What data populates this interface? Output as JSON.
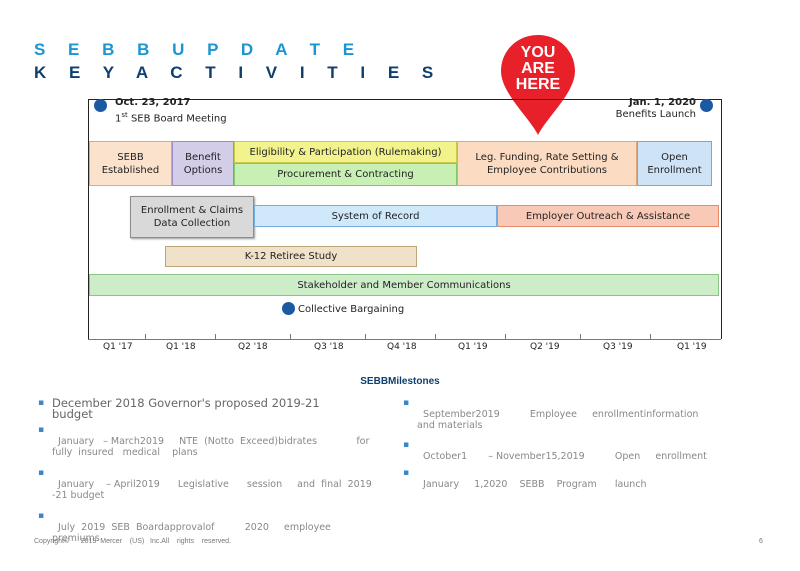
{
  "header": {
    "line1": "S E B B  U P D A T E",
    "line2": "K E Y  A C T I V I T I E S"
  },
  "pin": {
    "line1": "YOU",
    "line2": "ARE",
    "line3": "HERE",
    "color": "#e8202a"
  },
  "milestones_top": {
    "left_date": "Oct. 23, 2017",
    "left_label_sup": "st",
    "left_label_num": "1",
    "left_label_rest": " SEB Board Meeting",
    "right_date": "Jan. 1, 2020",
    "right_label": "Benefits Launch"
  },
  "bars": {
    "sebb_established": "SEBB Established",
    "benefit_options": "Benefit Options",
    "eligibility": "Eligibility & Participation (Rulemaking)",
    "procurement": "Procurement & Contracting",
    "leg_funding": "Leg. Funding, Rate Setting & Employee Contributions",
    "open_enrollment": "Open Enrollment",
    "enrollment_claims": "Enrollment & Claims Data Collection",
    "system_of_record": "System of Record",
    "employer_outreach": "Employer Outreach & Assistance",
    "k12_retiree": "K-12 Retiree Study",
    "stakeholder": "Stakeholder and Member Communications",
    "collective_bargaining": "Collective Bargaining"
  },
  "quarters": [
    "Q1 '17",
    "Q1 '18",
    "Q2 '18",
    "Q3 '18",
    "Q4 '18",
    "Q1 '19",
    "Q2 '19",
    "Q3 '19",
    "Q1 '19"
  ],
  "section_title": "SEBBMilestones",
  "left_bullets": [
    "December 2018 Governor's proposed 2019-21 budget",
    "January   – March2019     NTE  (Notto  Exceed)bidrates             for fully  insured   medical    plans",
    "January    – April2019      Legislative      session     and  final  2019  -21 budget",
    "July  2019  SEB  Boardapprovalof          2020     employee      premiums"
  ],
  "right_bullets": [
    "September2019          Employee     enrollmentinformation           and materials",
    "October1       – November15,2019          Open     enrollment",
    "January     1,2020    SEBB    Program      launch"
  ],
  "footer": "Copyright©      2019  Mercer    (US)   Inc.All    rights    reserved.",
  "page_number": "6"
}
